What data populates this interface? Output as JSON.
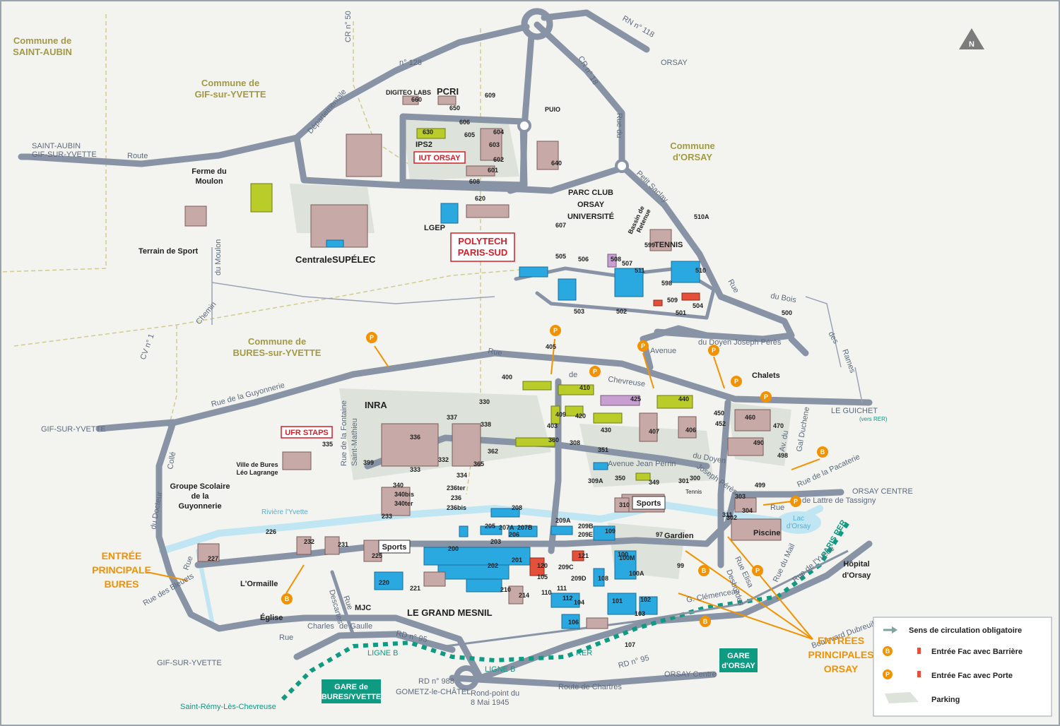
{
  "communes": {
    "saint_aubin_1": "Commune de",
    "saint_aubin_2": "SAINT-AUBIN",
    "gif_1": "Commune de",
    "gif_2": "GIF-sur-YVETTE",
    "orsay_1": "Commune",
    "orsay_2": "d'ORSAY",
    "bures_1": "Commune de",
    "bures_2": "BURES-sur-YVETTE"
  },
  "roads": {
    "rn118": "RN n° 118",
    "orsay_top": "ORSAY",
    "cr50": "CR n° 50",
    "cr18": "CR n° 18",
    "n128": "n° 128",
    "departementale": "Départementale",
    "route": "Route",
    "saint_aubin_1": "SAINT-AUBIN",
    "saint_aubin_2": "GIF-SUR-YVETTE",
    "rue_du": "Rue du",
    "petit_saclay": "Petit Saclay",
    "du_moulon": "du Moulon",
    "chemin": "Chemin",
    "cv1": "CV n° 1",
    "rue_top": "Rue",
    "du_bois": "du Bois",
    "des": "des",
    "rames": "Rames",
    "rue_chevreuse_1": "Rue",
    "rue_chevreuse_2": "de",
    "rue_chevreuse_3": "Chevreuse",
    "avenue": "Avenue",
    "doyen_peres": "du Doyen Joseph Pérès",
    "guyonnerie": "Rue de la Guyonnerie",
    "gif_left": "GIF-SUR-YVETTE",
    "fontaine_1": "Rue de la Fontaine",
    "fontaine_2": "Saint-Mathieu",
    "le_guichet": "LE GUICHET",
    "vers_rer": "(vers RER)",
    "av_jean_perrin": "Avenue   Jean Perrin",
    "du_doyen": "du Doyen",
    "joseph_peres": "Joseph Pérès",
    "av_du": "Av. du",
    "gal_duchene": "Gal Duchene",
    "rue_pacaterie": "Rue de la Pacaterie",
    "orsay_centre_right": "ORSAY CENTRE",
    "rue_lattre_1": "Rue",
    "rue_lattre_2": "de Lattre de Tassigny",
    "colle": "Collé",
    "du_docteur": "du Docteur",
    "rue_left": "Rue",
    "rue_bleuets": "Rue des Bleuets",
    "gif_bottom": "GIF-SUR-YVETTE",
    "rue_descartes_1": "Rue",
    "rue_descartes_2": "Descartes",
    "rue_gaulle_1": "Rue",
    "rue_gaulle_2": "Charles",
    "rue_gaulle_3": "de Gaulle",
    "rd95_left": "RD n° 95",
    "rd988": "RD n° 988",
    "gometz": "GOMETZ-le-CHÂTEL",
    "rond_point_1": "Rond-point du",
    "rond_point_2": "8 Mai 1945",
    "route_chartres": "Route de Chartres",
    "orsay_centre_bottom": "ORSAY Centre",
    "rd95_right": "RD n° 95",
    "boulevard_dubreuil": "Boulevard Dubreuil",
    "g_clemenceau": "G. Clémenceau",
    "rue_elisa": "Rue Elisa",
    "desbordes": "Desbordes",
    "rue_du_mail": "Rue du Mail",
    "rue_yvette": "Rue de l'Yvette",
    "gardien": "Gardien",
    "riviere": "Rivière l'Yvette",
    "lac_1": "Lac",
    "lac_2": "d'Orsay",
    "saint_remy": "Saint-Rémy-Lès-Chevreuse",
    "ligne_b_1": "LIGNE B",
    "ligne_b_2": "LIGNE B",
    "rer": "RER",
    "paris_rer": "PARIS RER"
  },
  "places": {
    "digiteo": "DIGITEO LABS",
    "pcri": "PCRI",
    "ips2": "IPS2",
    "puio": "PUIO",
    "iut_orsay": "IUT ORSAY",
    "ferme_1": "Ferme du",
    "ferme_2": "Moulon",
    "terrain_sport": "Terrain de Sport",
    "centrale": "CentraleSUPÉLEC",
    "lgep": "LGEP",
    "polytech_1": "POLYTECH",
    "polytech_2": "PARIS-SUD",
    "parc_club_1": "PARC CLUB",
    "parc_club_2": "ORSAY",
    "parc_club_3": "UNIVERSITÉ",
    "bassin_1": "Bassin de",
    "bassin_2": "Retenue",
    "tennis_top": "TENNIS",
    "chalets": "Chalets",
    "inra": "INRA",
    "ufr_staps": "UFR STAPS",
    "ville_bures_1": "Ville de Bures",
    "ville_bures_2": "Léo Lagrange",
    "groupe_1": "Groupe Scolaire",
    "groupe_2": "de la",
    "groupe_3": "Guyonnerie",
    "sports_left": "Sports",
    "sports_right": "Sports",
    "tennis_bottom": "Tennis",
    "piscine": "Piscine",
    "hopital_1": "Hôpital",
    "hopital_2": "d'Orsay",
    "lormaille": "L'Ormaille",
    "eglise": "Église",
    "mjc": "MJC",
    "grand_mesnil": "LE GRAND MESNIL",
    "gare_bures_1": "GARE de",
    "gare_bures_2": "BURES/YVETTE",
    "gare_orsay_1": "GARE",
    "gare_orsay_2": "d'ORSAY",
    "compass": "N"
  },
  "entries": {
    "bures_1": "ENTRÉE",
    "bures_2": "PRINCIPALE",
    "bures_3": "BURES",
    "orsay_1": "ENTRÉES",
    "orsay_2": "PRINCIPALES",
    "orsay_3": "ORSAY"
  },
  "pins": {
    "b": "B",
    "p": "P"
  },
  "buildings": [
    "660",
    "650",
    "609",
    "606",
    "605",
    "604",
    "603",
    "630",
    "640",
    "602",
    "601",
    "608",
    "620",
    "607",
    "510A",
    "599",
    "506",
    "505",
    "508",
    "507",
    "511",
    "598",
    "510",
    "509",
    "501",
    "504",
    "503",
    "502",
    "500",
    "400",
    "405",
    "410",
    "425",
    "440",
    "450",
    "452",
    "460",
    "470",
    "490",
    "498",
    "499",
    "403",
    "409",
    "420",
    "430",
    "407",
    "406",
    "330",
    "337",
    "338",
    "336",
    "362",
    "360",
    "308",
    "351",
    "350",
    "349",
    "301",
    "300",
    "309A",
    "365",
    "334",
    "333",
    "332",
    "399",
    "335",
    "340",
    "340bis",
    "340ter",
    "236ter",
    "236",
    "236bis",
    "233",
    "226",
    "232",
    "231",
    "227",
    "225",
    "200",
    "201",
    "202",
    "203",
    "205",
    "206",
    "207A",
    "207B",
    "208",
    "209A",
    "209B",
    "209E",
    "209C",
    "209D",
    "210",
    "214",
    "220",
    "221",
    "110",
    "111",
    "112",
    "120",
    "121",
    "103",
    "104",
    "105",
    "106",
    "107",
    "108",
    "109",
    "100",
    "100A",
    "100M",
    "101",
    "102",
    "97",
    "99",
    "302",
    "303",
    "304",
    "310",
    "311"
  ],
  "legend": {
    "sens": "Sens de circulation obligatoire",
    "barriere": "Entrée Fac avec Barrière",
    "porte": "Entrée Fac avec Porte",
    "parking": "Parking"
  },
  "colors": {
    "road": "#8894a6",
    "blue_building": "#2aa8e0",
    "yellow_building": "#b9cc2a",
    "purple_building": "#c79fd0",
    "red_building": "#e5503b",
    "grey_building": "#c7a9a7",
    "entry_orange": "#f39200",
    "rail_green": "#0f9a82",
    "commune_text": "#a39a45"
  }
}
